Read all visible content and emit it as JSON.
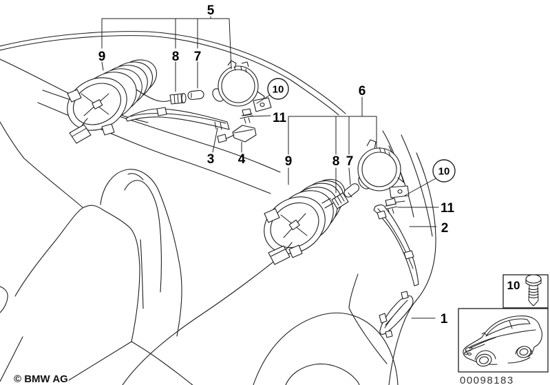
{
  "colors": {
    "line": "#1c1c1c",
    "background": "#ffffff",
    "text": "#000000"
  },
  "footer": {
    "copyright": "© BMW AG",
    "image_number": "00098183"
  },
  "groups": {
    "left": {
      "label": "5",
      "housing": "9",
      "socket": "8",
      "bulb": "7",
      "screw": "10",
      "clip": "11",
      "strip": "3",
      "lamp": "4"
    },
    "right": {
      "label": "6",
      "housing": "9",
      "socket": "8",
      "bulb": "7",
      "screw": "10",
      "clip": "11",
      "strip": "2",
      "lamp": "1"
    }
  },
  "legend": {
    "screw": "10"
  }
}
